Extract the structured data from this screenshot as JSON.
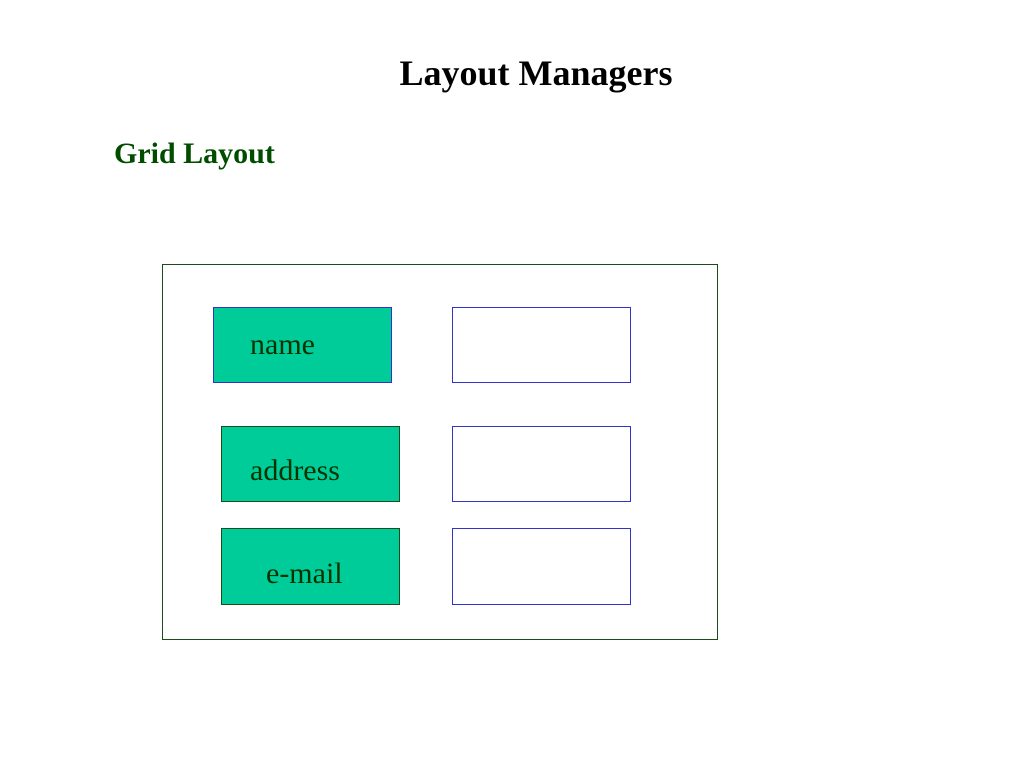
{
  "slide": {
    "title": "Layout Managers",
    "subtitle": "Grid Layout"
  },
  "form": {
    "rows": [
      {
        "label": "name"
      },
      {
        "label": "address"
      },
      {
        "label": "e-mail"
      }
    ]
  },
  "colors": {
    "label_fill": "#00cc99",
    "label_border_name": "#3333cc",
    "label_border_other": "#1a4d1a",
    "field_border": "#3333cc",
    "frame_border": "#1a4d1a",
    "subtitle": "#004d00"
  }
}
